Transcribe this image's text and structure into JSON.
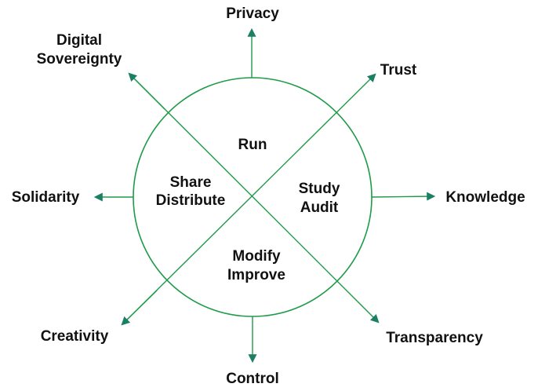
{
  "colors": {
    "line": "#1e9b48",
    "arrow": "#1a7f63",
    "text": "#111111"
  },
  "center_quadrants": {
    "top": [
      "Run"
    ],
    "left": [
      "Share",
      "Distribute"
    ],
    "right": [
      "Study",
      "Audit"
    ],
    "bottom": [
      "Modify",
      "Improve"
    ]
  },
  "outer_values": {
    "top": "Privacy",
    "top_left": [
      "Digital",
      "Sovereignty"
    ],
    "top_right": "Trust",
    "left": "Solidarity",
    "right": "Knowledge",
    "bottom_left": "Creativity",
    "bottom_right": "Transparency",
    "bottom": "Control"
  }
}
